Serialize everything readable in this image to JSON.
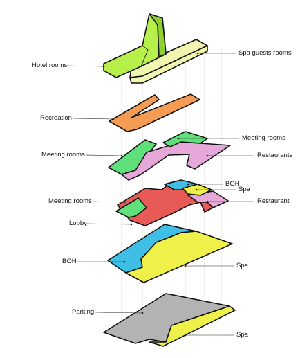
{
  "labels": {
    "hotel_rooms": "Hotel rooms",
    "spa_guest_rooms": "Spa guests rooms",
    "recreation": "Recreation",
    "meeting_rooms_l3_right": "Meeting rooms",
    "meeting_rooms_l3_left": "Meeting rooms",
    "restaurants": "Restaurants",
    "boh_l2": "BOH",
    "spa_l2": "Spa",
    "meeting_rooms_l2": "Meeting rooms",
    "restaurant": "Restaurant",
    "lobby": "Lobby",
    "boh_l1": "BOH",
    "spa_l1": "Spa",
    "parking": "Parking",
    "spa_b1": "Spa"
  },
  "colors": {
    "hotel_rooms": "#b7f04a",
    "hotel_rooms_side": "#8fcf2e",
    "spa_guest_rooms": "#f2f5b0",
    "recreation": "#f59c54",
    "meeting_rooms": "#5fe07a",
    "restaurants": "#e6a8d8",
    "restaurant_red": "#e85a55",
    "boh": "#3fbfe6",
    "spa": "#f0f04a",
    "parking": "#b3b3b3"
  }
}
